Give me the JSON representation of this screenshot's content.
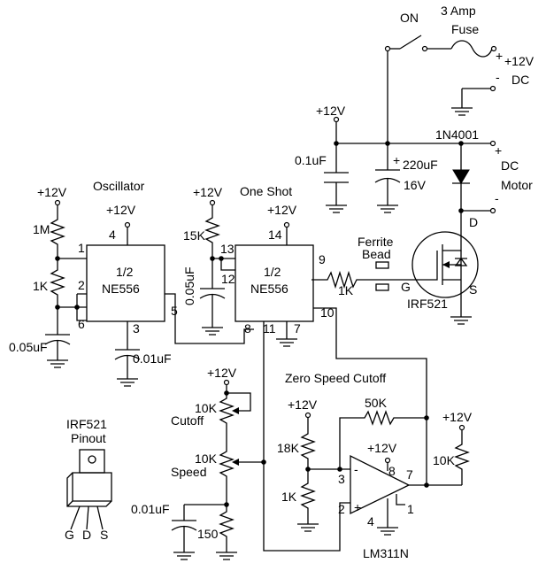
{
  "blocks": {
    "oscillator": "Oscillator",
    "one_shot": "One Shot",
    "zero_speed_cutoff": "Zero Speed Cutoff",
    "irf521_pinout_l1": "IRF521",
    "irf521_pinout_l2": "Pinout"
  },
  "power": {
    "switch": "ON",
    "fuse_l1": "3 Amp",
    "fuse_l2": "Fuse",
    "supply_plus": "+",
    "supply_voltage": "+12V",
    "supply_minus": "-",
    "supply_dc": "DC",
    "diode": "1N4001",
    "motor_plus": "+",
    "motor_l1": "DC",
    "motor_l2": "Motor",
    "motor_minus": "-",
    "rail": "+12V"
  },
  "osc": {
    "ic_l1": "1/2",
    "ic_l2": "NE556",
    "vcc": "+12V",
    "vcc_in": "+12V",
    "r1": "1M",
    "r2": "1K",
    "c1": "0.05uF",
    "c2": "0.01uF",
    "pin1": "1",
    "pin2": "2",
    "pin3": "3",
    "pin4": "4",
    "pin5": "5",
    "pin6": "6"
  },
  "oneshot": {
    "ic_l1": "1/2",
    "ic_l2": "NE556",
    "vcc": "+12V",
    "vcc_in": "+12V",
    "r1": "15K",
    "c1": "0.05uF",
    "pin7": "7",
    "pin8": "8",
    "pin9": "9",
    "pin10": "10",
    "pin11": "11",
    "pin12": "12",
    "pin13": "13",
    "pin14": "14"
  },
  "driver": {
    "bead_l1": "Ferrite",
    "bead_l2": "Bead",
    "r_gate": "1K",
    "gate": "G",
    "drain": "D",
    "source": "S",
    "mosfet": "IRF521",
    "c_01": "0.1uF",
    "c_220": "220uF",
    "c_220_v": "16V",
    "c_220_plus": "+"
  },
  "controls": {
    "vcc": "+12V",
    "pot1_l1": "10K",
    "pot1_l2": "Cutoff",
    "pot2_l1": "10K",
    "pot2_l2": "Speed",
    "c1": "0.01uF",
    "r1": "150"
  },
  "comparator": {
    "name": "LM311N",
    "vcc_div": "+12V",
    "vcc_ic": "+12V",
    "vcc_pullup": "+12V",
    "r_top": "18K",
    "r_bot": "1K",
    "r_fb": "50K",
    "r_pull": "10K",
    "minus": "-",
    "plus": "+",
    "pin1": "1",
    "pin2": "2",
    "pin3": "3",
    "pin4": "4",
    "pin7": "7",
    "pin8": "8"
  },
  "pinout": {
    "g": "G",
    "d": "D",
    "s": "S"
  }
}
